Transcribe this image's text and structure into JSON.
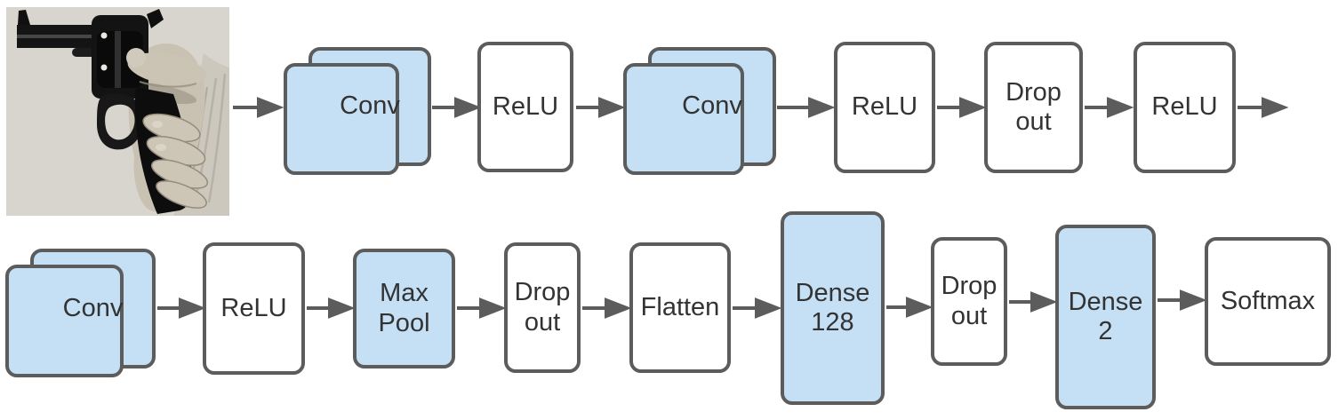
{
  "diagram": {
    "description": "Convolutional neural network architecture flow diagram",
    "input_image": {
      "alt": "Black-and-white photograph of a hand holding a revolver (network input)"
    },
    "rows": [
      {
        "nodes": [
          {
            "label": "Conv",
            "style": "blue-stacked"
          },
          {
            "label": "ReLU",
            "style": "white"
          },
          {
            "label": "Conv",
            "style": "blue-stacked"
          },
          {
            "label": "ReLU",
            "style": "white"
          },
          {
            "label": "Drop out",
            "style": "white"
          },
          {
            "label": "ReLU",
            "style": "white"
          }
        ]
      },
      {
        "nodes": [
          {
            "label": "Conv",
            "style": "blue-stacked"
          },
          {
            "label": "ReLU",
            "style": "white"
          },
          {
            "label": "Max Pool",
            "style": "blue"
          },
          {
            "label": "Drop out",
            "style": "white"
          },
          {
            "label": "Flatten",
            "style": "white"
          },
          {
            "label": "Dense 128",
            "style": "blue"
          },
          {
            "label": "Drop out",
            "style": "white"
          },
          {
            "label": "Dense 2",
            "style": "blue"
          },
          {
            "label": "Softmax",
            "style": "white"
          }
        ]
      }
    ],
    "colors": {
      "node_fill_blue": "#c5e0f5",
      "node_fill_white": "#ffffff",
      "stroke": "#5c5c5c",
      "arrow": "#5c5c5c",
      "text": "#333333",
      "background": "#ffffff"
    }
  }
}
